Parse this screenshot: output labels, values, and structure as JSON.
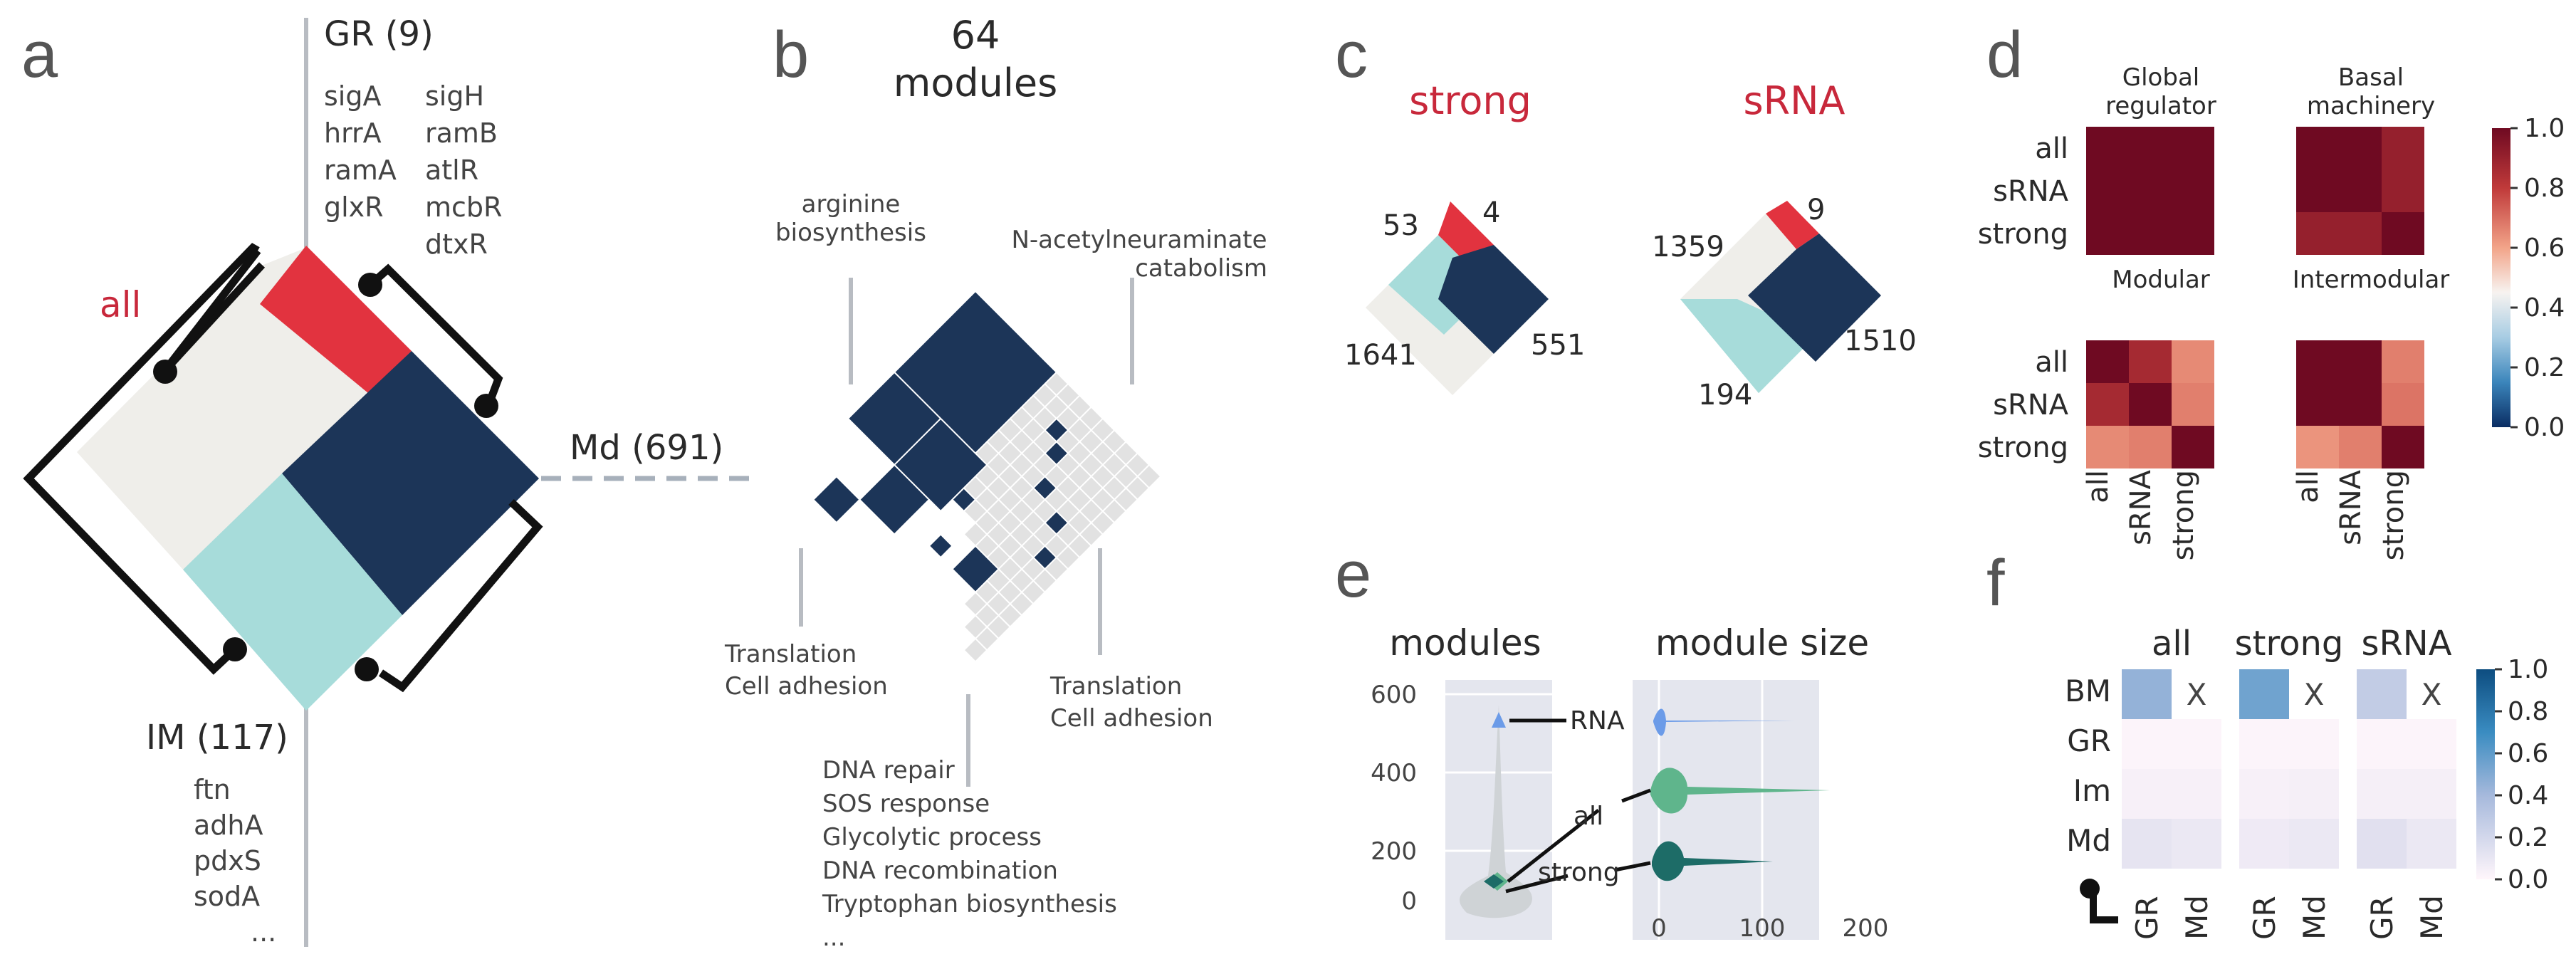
{
  "panel_labels": {
    "a": "a",
    "b": "b",
    "c": "c",
    "d": "d",
    "e": "e",
    "f": "f"
  },
  "colors": {
    "red": "#e2333f",
    "navy": "#1c3558",
    "cream": "#efeeea",
    "teal": "#a7dcda",
    "gray_grid": "#e2e2e2",
    "violin_blue": "#6b9be8",
    "violin_green": "#5fb58c",
    "violin_dark": "#1d6c67"
  },
  "panel_a": {
    "label_all": "all",
    "gr": {
      "title": "GR (9)",
      "genes_col1": [
        "sigA",
        "hrrA",
        "ramA",
        "glxR"
      ],
      "genes_col2": [
        "sigH",
        "ramB",
        "atlR",
        "mcbR",
        "dtxR"
      ]
    },
    "md": {
      "title": "Md (691)"
    },
    "im": {
      "title": "IM (117)",
      "genes": [
        "ftn",
        "adhA",
        "pdxS",
        "sodA",
        "..."
      ]
    }
  },
  "panel_b": {
    "title_line1": "64",
    "title_line2": "modules",
    "annotations": {
      "arginine": [
        "arginine",
        "biosynthesis"
      ],
      "nacetyl": [
        "N-acetylneuraminate",
        "catabolism"
      ],
      "trans_left": [
        "Translation",
        "Cell adhesion"
      ],
      "trans_right": [
        "Translation",
        "Cell adhesion"
      ],
      "dna": [
        "DNA repair",
        "SOS response",
        "Glycolytic process",
        "DNA recombination",
        "Tryptophan biosynthesis",
        "..."
      ]
    }
  },
  "panel_c": {
    "strong": {
      "title": "strong",
      "gr": "4",
      "im": "53",
      "md": "551",
      "other": "1641"
    },
    "srna": {
      "title": "sRNA",
      "gr": "9",
      "im": "194",
      "md": "1510",
      "other": "1359"
    }
  },
  "panel_d": {
    "titles": {
      "global": [
        "Global",
        "regulator"
      ],
      "basal": [
        "Basal",
        "machinery"
      ],
      "modular": [
        "Modular"
      ],
      "intermodular": [
        "Intermodular"
      ]
    },
    "row_labels": [
      "all",
      "sRNA",
      "strong"
    ],
    "col_labels": [
      "all",
      "sRNA",
      "strong"
    ],
    "colorbar_ticks": [
      "1.0",
      "0.8",
      "0.6",
      "0.4",
      "0.2",
      "0.0"
    ]
  },
  "panel_e": {
    "title_modules": "modules",
    "title_size": "module size",
    "y_ticks": [
      "600",
      "400",
      "200",
      "0"
    ],
    "x_ticks": [
      "0",
      "100",
      "200"
    ],
    "labels": {
      "rna": "RNA",
      "all": "all",
      "strong": "strong"
    }
  },
  "panel_f": {
    "group_titles": [
      "all",
      "strong",
      "sRNA"
    ],
    "row_labels": [
      "BM",
      "GR",
      "Im",
      "Md"
    ],
    "col_labels": [
      "GR",
      "Md"
    ],
    "cross": "X",
    "colorbar_ticks": [
      "1.0",
      "0.8",
      "0.6",
      "0.4",
      "0.2",
      "0.0"
    ]
  },
  "chart_data": [
    {
      "type": "heatmap",
      "panel": "d",
      "rows": [
        "all",
        "sRNA",
        "strong"
      ],
      "columns": [
        "all",
        "sRNA",
        "strong"
      ],
      "scale": [
        0,
        1
      ],
      "matrices": [
        {
          "name": "Global regulator",
          "values": [
            [
              1.0,
              1.0,
              1.0
            ],
            [
              1.0,
              1.0,
              1.0
            ],
            [
              1.0,
              1.0,
              1.0
            ]
          ]
        },
        {
          "name": "Basal machinery",
          "values": [
            [
              1.0,
              1.0,
              0.93
            ],
            [
              1.0,
              1.0,
              0.93
            ],
            [
              0.93,
              0.93,
              1.0
            ]
          ]
        },
        {
          "name": "Modular",
          "values": [
            [
              1.0,
              0.9,
              0.7
            ],
            [
              0.9,
              1.0,
              0.72
            ],
            [
              0.7,
              0.72,
              1.0
            ]
          ]
        },
        {
          "name": "Intermodular",
          "values": [
            [
              1.0,
              1.0,
              0.72
            ],
            [
              1.0,
              1.0,
              0.74
            ],
            [
              0.68,
              0.72,
              1.0
            ]
          ]
        }
      ]
    },
    {
      "type": "heatmap",
      "panel": "f",
      "rows": [
        "BM",
        "GR",
        "Im",
        "Md"
      ],
      "columns": [
        "GR",
        "Md"
      ],
      "scale": [
        0,
        1
      ],
      "matrices": [
        {
          "name": "all",
          "values": [
            [
              0.45,
              null
            ],
            [
              0.02,
              0.02
            ],
            [
              0.05,
              0.05
            ],
            [
              0.15,
              0.12
            ]
          ]
        },
        {
          "name": "strong",
          "values": [
            [
              0.55,
              null
            ],
            [
              0.02,
              0.02
            ],
            [
              0.05,
              0.06
            ],
            [
              0.1,
              0.12
            ]
          ]
        },
        {
          "name": "sRNA",
          "values": [
            [
              0.3,
              null
            ],
            [
              0.02,
              0.02
            ],
            [
              0.06,
              0.06
            ],
            [
              0.18,
              0.12
            ]
          ]
        }
      ]
    }
  ]
}
